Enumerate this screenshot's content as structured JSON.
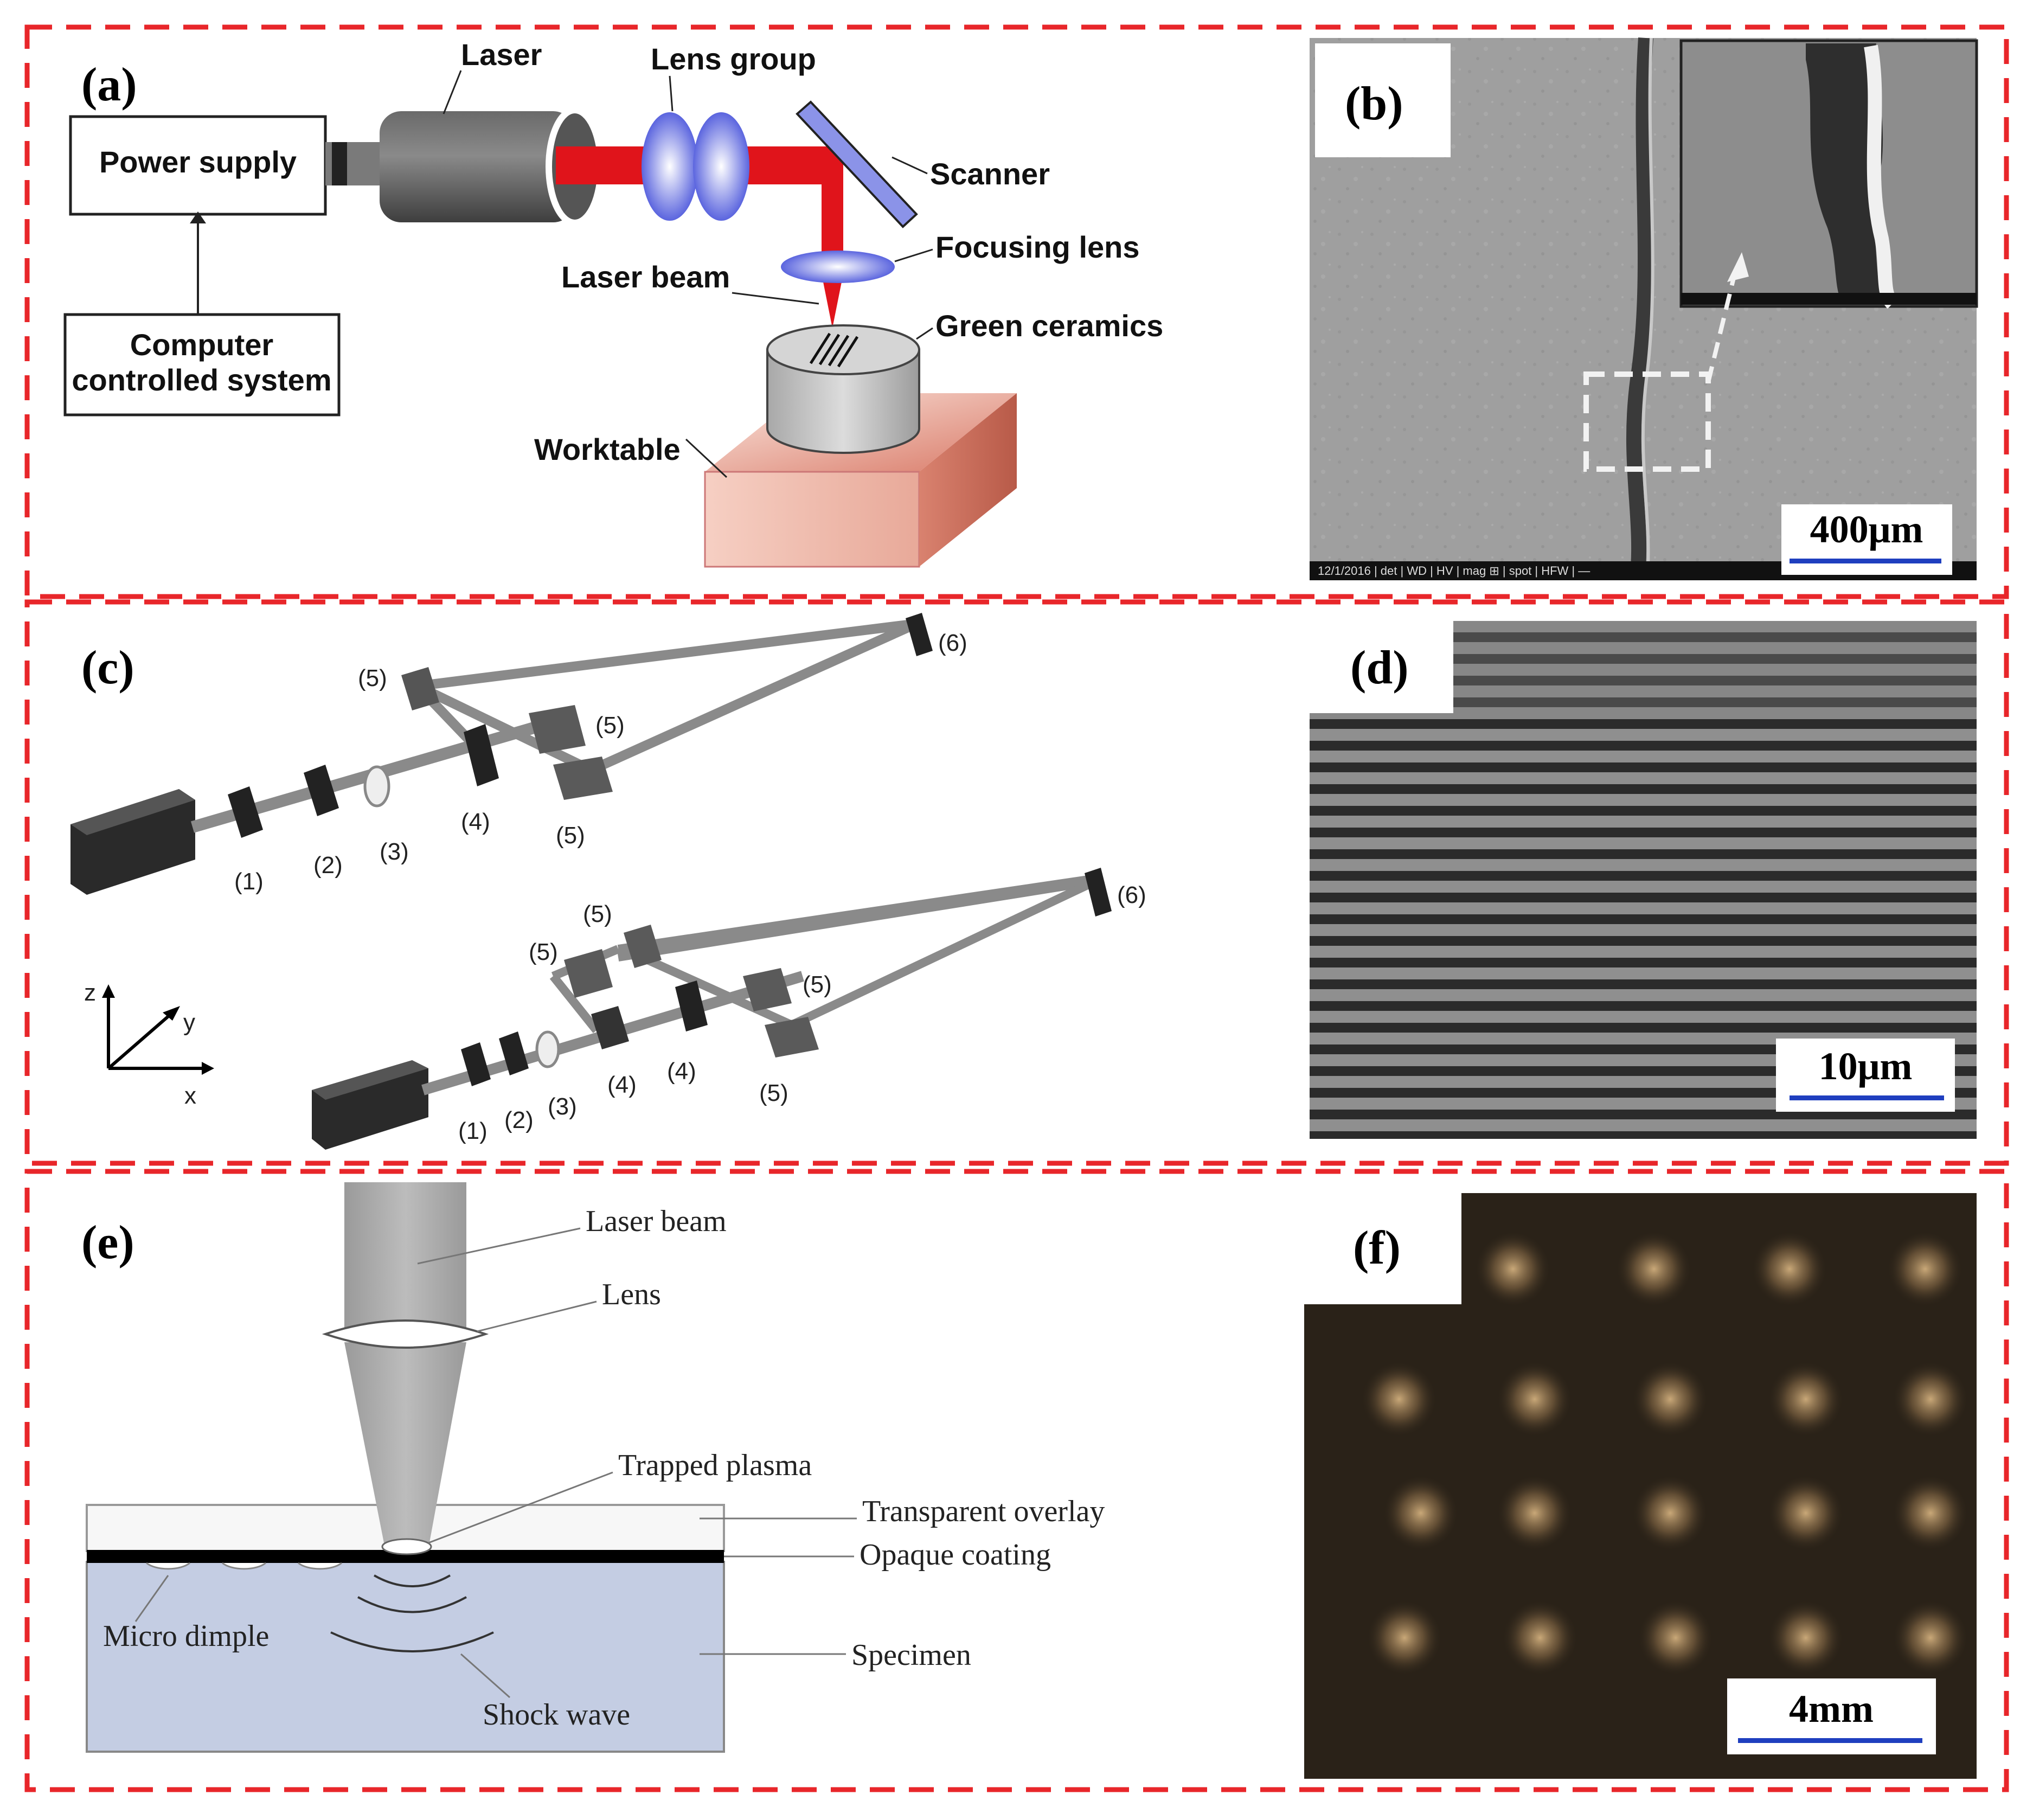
{
  "figure": {
    "panels": {
      "a": {
        "tag": "(a)",
        "labels": {
          "power_supply": "Power supply",
          "computer_line1": "Computer",
          "computer_line2": "controlled system",
          "laser": "Laser",
          "lens_group": "Lens group",
          "scanner": "Scanner",
          "focusing_lens": "Focusing lens",
          "laser_beam": "Laser beam",
          "green_ceramics": "Green ceramics",
          "worktable": "Worktable"
        }
      },
      "b": {
        "tag": "(b)",
        "scale_bar": "400μm",
        "footer": "12/1/2016 | det | WD | HV | mag ⊞ | spot | HFW | —"
      },
      "c": {
        "tag": "(c)",
        "component_labels": [
          "(1)",
          "(2)",
          "(3)",
          "(4)",
          "(5)",
          "(6)"
        ],
        "axes": {
          "z": "z",
          "y": "y",
          "x": "x"
        }
      },
      "d": {
        "tag": "(d)",
        "scale_bar": "10μm"
      },
      "e": {
        "tag": "(e)",
        "labels": {
          "laser_beam": "Laser beam",
          "lens": "Lens",
          "trapped_plasma": "Trapped plasma",
          "transparent_overlay": "Transparent overlay",
          "opaque_coating": "Opaque coating",
          "micro_dimple": "Micro dimple",
          "specimen": "Specimen",
          "shock_wave": "Shock wave"
        }
      },
      "f": {
        "tag": "(f)",
        "scale_bar": "4mm"
      }
    },
    "colors": {
      "frame_dash": "#e8262a",
      "laser_red": "#e0141b",
      "scale_blue": "#1f3fbf",
      "specimen_blue": "#c4cde3"
    }
  }
}
